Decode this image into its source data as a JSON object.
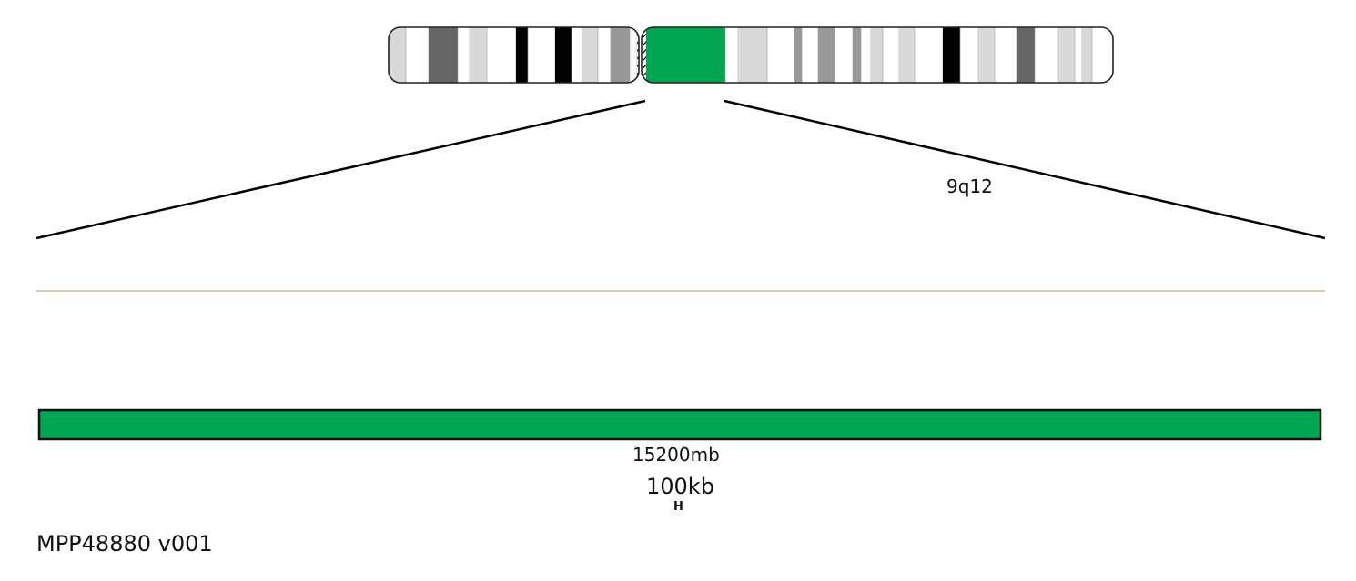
{
  "chromosome": {
    "band_label": "9q12",
    "highlight_color": "#00a651",
    "bands": [
      {
        "shade": "#d9d9d9"
      },
      {
        "shade": "#ffffff"
      },
      {
        "shade": "#666666"
      },
      {
        "shade": "#ffffff"
      },
      {
        "shade": "#d9d9d9"
      },
      {
        "shade": "#ffffff"
      },
      {
        "shade": "#000000"
      },
      {
        "shade": "#ffffff"
      },
      {
        "shade": "#000000"
      },
      {
        "shade": "#ffffff"
      },
      {
        "shade": "#d9d9d9"
      },
      {
        "shade": "#ffffff"
      },
      {
        "shade": "#999999"
      },
      {
        "shade": "#ffffff"
      },
      {
        "shade": "hatched"
      },
      {
        "shade": "hatched"
      },
      {
        "shade": "#00a651"
      },
      {
        "shade": "#ffffff"
      },
      {
        "shade": "#d9d9d9"
      },
      {
        "shade": "#ffffff"
      },
      {
        "shade": "#999999"
      },
      {
        "shade": "#ffffff"
      },
      {
        "shade": "#999999"
      },
      {
        "shade": "#ffffff"
      },
      {
        "shade": "#999999"
      },
      {
        "shade": "#ffffff"
      },
      {
        "shade": "#d9d9d9"
      },
      {
        "shade": "#ffffff"
      },
      {
        "shade": "#d9d9d9"
      },
      {
        "shade": "#ffffff"
      },
      {
        "shade": "#000000"
      },
      {
        "shade": "#ffffff"
      },
      {
        "shade": "#d9d9d9"
      },
      {
        "shade": "#ffffff"
      },
      {
        "shade": "#666666"
      },
      {
        "shade": "#ffffff"
      },
      {
        "shade": "#d9d9d9"
      },
      {
        "shade": "#ffffff"
      },
      {
        "shade": "#d9d9d9"
      },
      {
        "shade": "#ffffff"
      }
    ]
  },
  "region": {
    "size_label": "15200mb",
    "bar_color": "#00a651",
    "divider_color": "#d4a984"
  },
  "scale": {
    "label": "100kb",
    "bar_glyph": "H"
  },
  "probe": {
    "id": "MPP48880 v001"
  }
}
